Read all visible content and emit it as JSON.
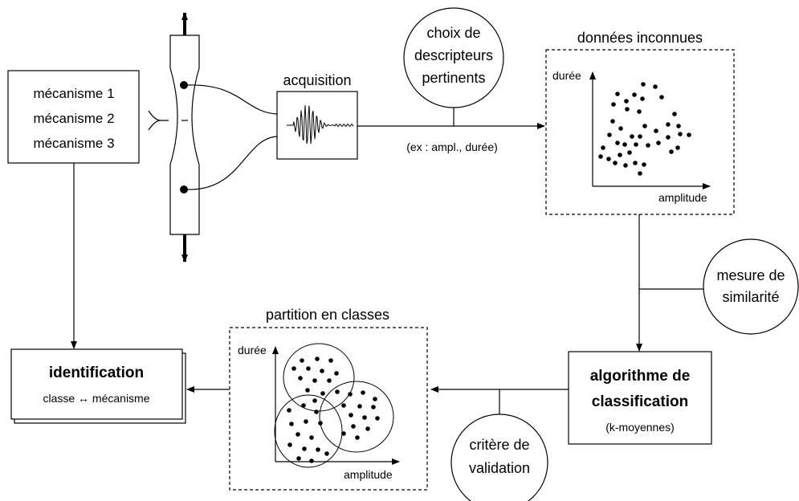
{
  "mechanisms": [
    "mécanisme 1",
    "mécanisme 2",
    "mécanisme 3"
  ],
  "acquisition": {
    "label": "acquisition"
  },
  "descriptor_choice": {
    "lines": [
      "choix de",
      "descripteurs",
      "pertinents"
    ]
  },
  "descriptor_example": "(ex : ampl., durée)",
  "unknown_data": {
    "title": "données inconnues",
    "ylabel": "durée",
    "xlabel": "amplitude"
  },
  "similarity": {
    "lines": [
      "mesure de",
      "similarité"
    ]
  },
  "algorithm": {
    "line1": "algorithme de",
    "line2": "classification",
    "sub": "(k-moyennes)"
  },
  "validation": {
    "lines": [
      "critère de",
      "validation"
    ]
  },
  "partition": {
    "title": "partition en classes",
    "ylabel": "durée",
    "xlabel": "amplitude"
  },
  "identification": {
    "title": "identification",
    "sub": "classe ↔ mécanisme"
  }
}
